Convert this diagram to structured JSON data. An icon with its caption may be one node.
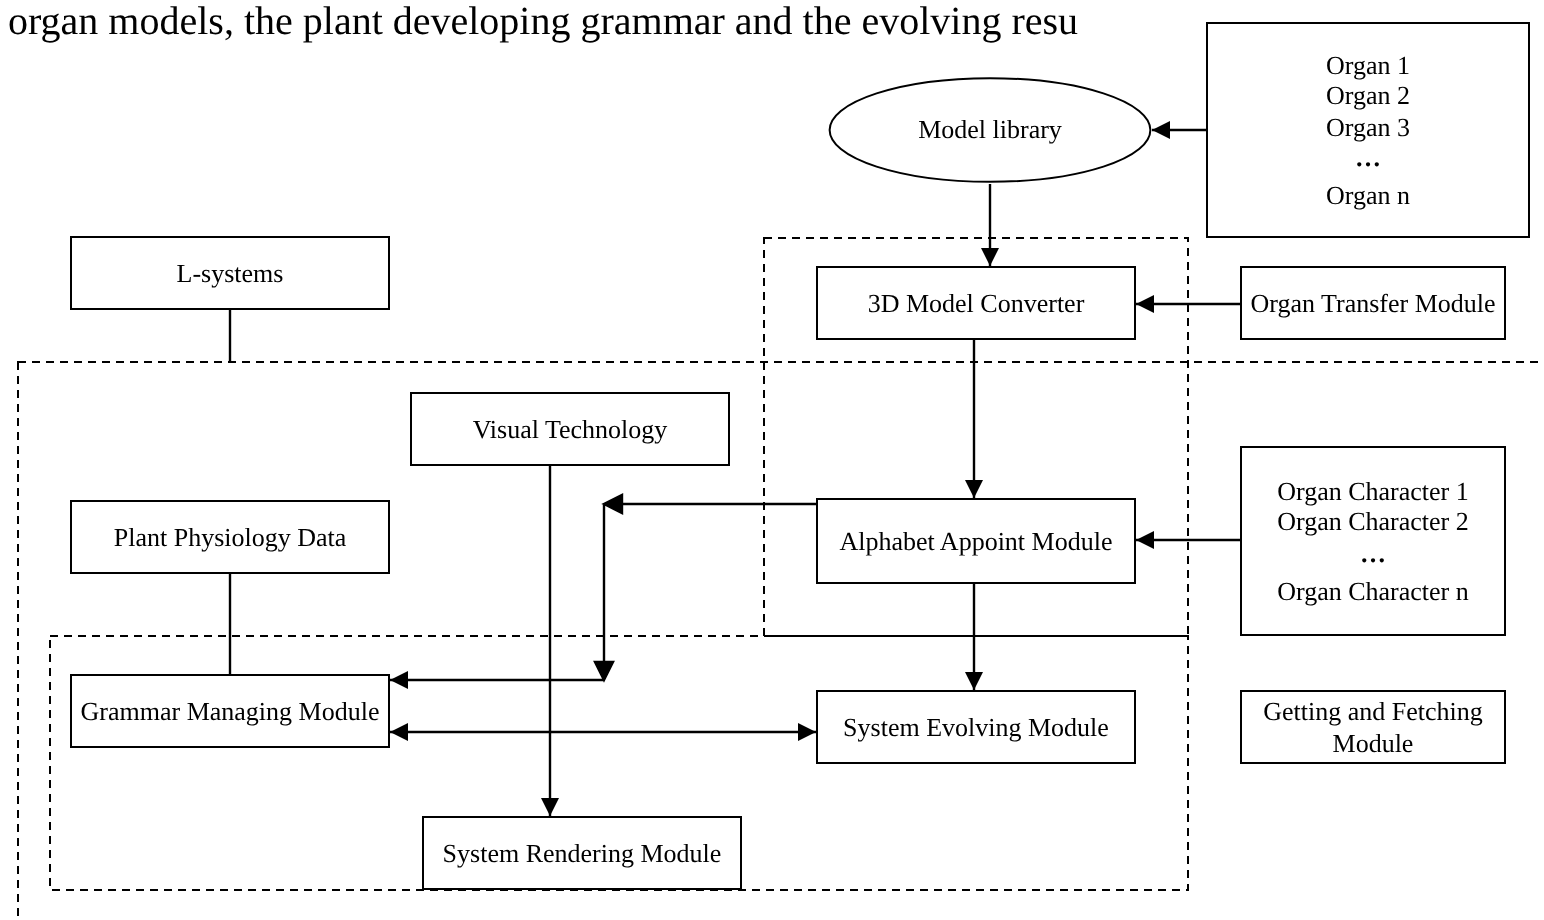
{
  "diagram": {
    "nodes": [
      {
        "text": [
          "Model library"
        ]
      },
      {
        "text": [
          "Organ 1",
          "Organ 2",
          "Organ 3",
          "…",
          "Organ n"
        ]
      },
      {
        "text": [
          "L-systems"
        ]
      },
      {
        "text": [
          "3D Model Converter"
        ]
      },
      {
        "text": [
          "Organ Transfer Module"
        ]
      },
      {
        "text": [
          "Visual Technology"
        ]
      },
      {
        "text": [
          "Plant Physiology Data"
        ]
      },
      {
        "text": [
          "Alphabet Appoint Module"
        ]
      },
      {
        "text": [
          "Organ Character 1",
          "Organ Character 2",
          "…",
          "Organ Character n"
        ]
      },
      {
        "text": [
          "Grammar Managing Module"
        ]
      },
      {
        "text": [
          "System Evolving Module"
        ]
      },
      {
        "text": [
          "Getting and Fetching Module"
        ]
      },
      {
        "text": [
          "System Rendering Module"
        ]
      }
    ],
    "edges": [
      {
        "from": 1,
        "to": 0,
        "arrow": "to"
      },
      {
        "from": 0,
        "to": 3,
        "arrow": "to"
      },
      {
        "from": 4,
        "to": 3,
        "arrow": "to"
      },
      {
        "from": 2,
        "to": null,
        "arrow": "none"
      },
      {
        "from": 3,
        "to": 7,
        "arrow": "to"
      },
      {
        "from": 8,
        "to": 7,
        "arrow": "to"
      },
      {
        "from": 7,
        "to": 10,
        "arrow": "to"
      },
      {
        "from": 7,
        "to": 9,
        "arrow": "to"
      },
      {
        "from": 9,
        "to": 10,
        "arrow": "both"
      },
      {
        "from": 5,
        "to": 12,
        "arrow": "to"
      },
      {
        "from": 6,
        "to": 9,
        "arrow": "none"
      }
    ],
    "labels": [
      "organ models, the plant developing grammar and the evolving resu"
    ]
  }
}
